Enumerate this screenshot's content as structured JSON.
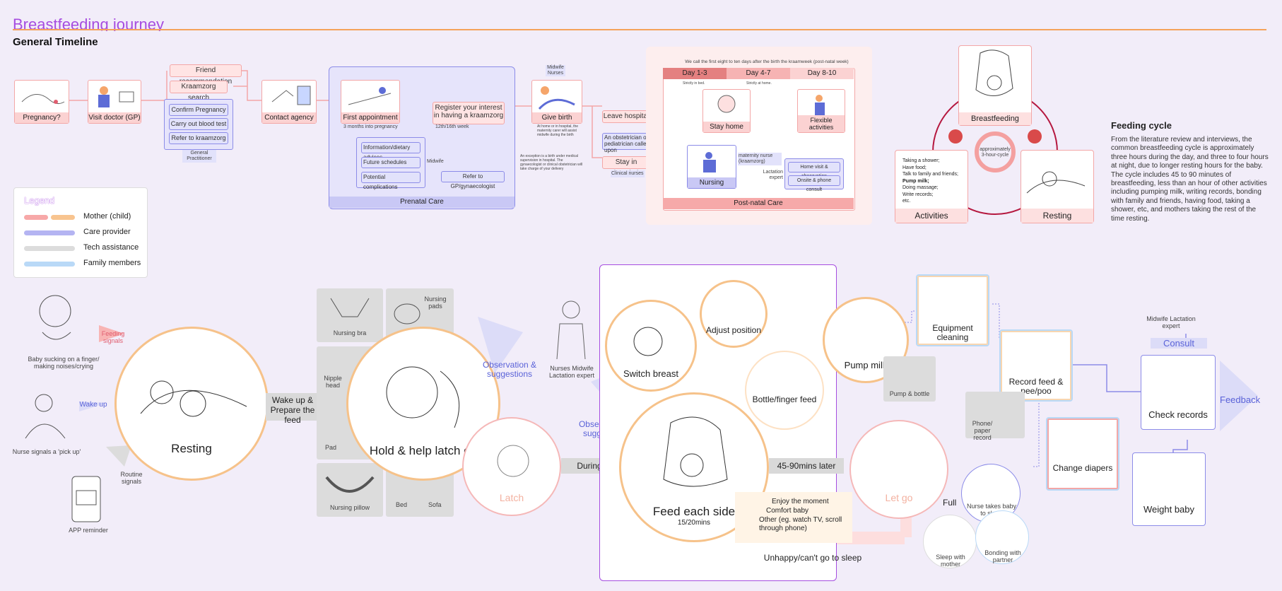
{
  "header": {
    "title": "Breastfeeding journey",
    "subtitle": "General Timeline"
  },
  "timeline": {
    "pregnancy": "Pregnancy?",
    "visit_doctor": "Visit doctor (GP)",
    "friend_recommendation": "Friend recommendation",
    "kraamzorg_search": "Kraamzorg search",
    "gp_tasks": [
      "Confirm Pregnancy",
      "Carry out blood test",
      "Refer to kraamzorg"
    ],
    "gp_label": "General Practitioner",
    "contact_agency": "Contact agency",
    "first_appointment": "First appointment",
    "first_appointment_note": "3 months into pregnancy",
    "register": "Register your interest in having a kraamzorg",
    "register_note": "12th/16th week",
    "midwife_tasks": [
      "Information/dietary advices",
      "Future schedules",
      "Potential complications"
    ],
    "midwife_label": "Midwife",
    "refer_gp": "Refer to GP/gynaecologist",
    "prenatal_care": "Prenatal Care",
    "give_birth": "Give birth",
    "give_birth_roles": "Midwife Nurses",
    "give_birth_note": "At home or in hospital, the maternity carer will assist midwife during the birth",
    "exception_note": "An exception is a birth under medical supervision in hospital. The gynaecologist or clinical obstetrician will take charge of your delivery",
    "leave_hospital": "Leave hospital",
    "obstetrician": "An obstetrician or pediatrician called upon",
    "stay_hospital": "Stay in hospital",
    "clinical_nurses": "Clinical nurses",
    "kraamweek_note": "We call the first eight to ten days after the birth the kraamweek (post-natal week)",
    "days": [
      "Day 1-3",
      "Day 4-7",
      "Day 8-10"
    ],
    "day_notes": [
      "Strictly in bed.",
      "Strictly at home."
    ],
    "stay_home": "Stay home",
    "flexible_activities": "Flexible activities",
    "nursing": "Nursing",
    "maternity_nurse": "maternity nurse (kraamzorg)",
    "lactation_expert": "Lactation expert",
    "home_visit": "Home visit & observation",
    "onsite_consult": "Onsite & phone consult",
    "postnatal_care": "Post-natal Care"
  },
  "legend": {
    "title": "Legend",
    "items": [
      {
        "label": "Mother (child)",
        "colors": [
          "#f7a8a8",
          "#f8c48f"
        ]
      },
      {
        "label": "Care provider",
        "colors": [
          "#b4b4f2"
        ]
      },
      {
        "label": "Tech assistance",
        "colors": [
          "#dcdcdc"
        ]
      },
      {
        "label": "Family members",
        "colors": [
          "#b9d9f7"
        ]
      }
    ]
  },
  "feeding_cycle": {
    "breastfeeding": "Breastfeeding",
    "activities": "Activities",
    "resting": "Resting",
    "center": "approximately 3-hour-cycle",
    "activities_list": [
      "Taking a shower;",
      "Have food;",
      "Talk to family and friends;",
      "Pump milk;",
      "Doing massage;",
      "Write records;",
      "etc."
    ],
    "heading": "Feeding cycle",
    "text": "From the literature review and interviews, the common breastfeeding cycle is approximately three hours during the day, and three to four hours at night, due to longer resting hours for the baby. The cycle includes 45 to 90 minutes of breastfeeding, less than an hour of other activities including pumping milk, writing records, bonding with family and friends, having food, taking a shower, etc, and mothers taking the rest of the time resting."
  },
  "journey": {
    "baby_sucking": "Baby sucking on a finger/ making noises/crying",
    "feeding_signals": "Feeding signals",
    "nurse_pickup": "Nurse signals a 'pick up'",
    "wake_up": "Wake up",
    "routine_signals": "Routine signals",
    "app_reminder": "APP reminder",
    "resting": "Resting",
    "wakeup_prepare": "Wake up & Prepare the feed",
    "products": [
      "Nursing bra",
      "Nursing pads",
      "Nipple head",
      "Pad",
      "Nursing pillow",
      "Bed",
      "Sofa"
    ],
    "hold_latch": "Hold & help latch on",
    "observation1": "Observation & suggestions",
    "observation2": "Observation & suggestions",
    "observers": "Nurses Midwife Lactation expert",
    "latch": "Latch",
    "during": "During",
    "switch_breast": "Switch breast",
    "adjust_position": "Adjust position",
    "bottle_feed": "Bottle/finger feed",
    "feed_each_side": "Feed each side",
    "feed_duration": "15/20mins",
    "later": "45-90mins later",
    "enjoy": [
      "Enjoy the moment",
      "Comfort baby",
      "Other (eg. watch TV, scroll through phone)"
    ],
    "let_go": "Let go",
    "unhappy": "Unhappy/can't go to sleep",
    "full": "Full",
    "pump_milk": "Pump milk",
    "pump_bottle": "Pump & bottle",
    "equipment_cleaning": "Equipment cleaning",
    "record_feed": "Record feed & pee/poo",
    "phone_record": "Phone/ paper record",
    "change_diapers": "Change diapers",
    "nurse_takes": "Nurse takes baby to sleep",
    "sleep_mother": "Sleep with mother",
    "bonding": "Bonding with partner",
    "consult_roles": "Midwife Lactation expert",
    "consult": "Consult",
    "check_records": "Check records",
    "feedback": "Feedback",
    "weight_baby": "Weight baby"
  }
}
